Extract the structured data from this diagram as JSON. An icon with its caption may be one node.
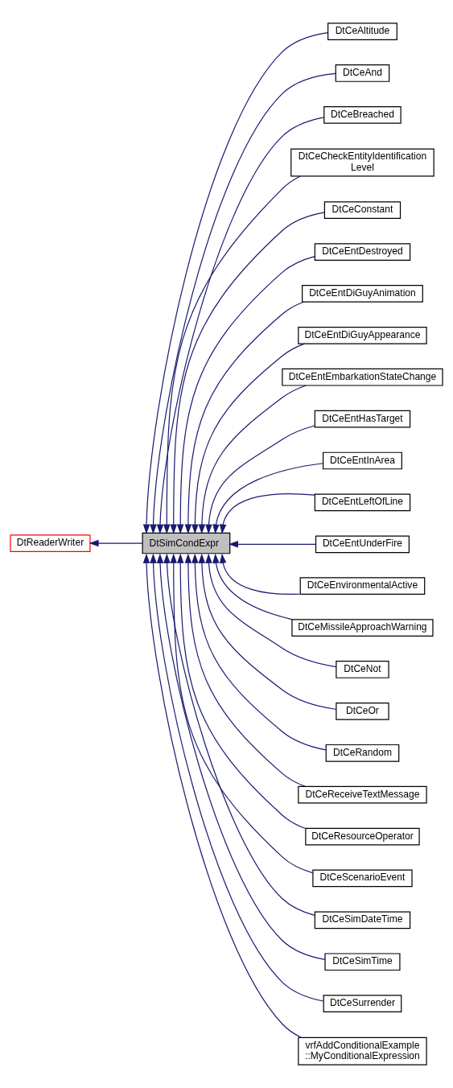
{
  "diagram": {
    "nodes": [
      {
        "text": [
          "DtReaderWriter"
        ]
      },
      {
        "text": [
          "DtSimCondExpr"
        ]
      },
      {
        "text": [
          "DtCeAltitude"
        ]
      },
      {
        "text": [
          "DtCeAnd"
        ]
      },
      {
        "text": [
          "DtCeBreached"
        ]
      },
      {
        "text": [
          "DtCeCheckEntityIdentification Level"
        ]
      },
      {
        "text": [
          "DtCeConstant"
        ]
      },
      {
        "text": [
          "DtCeEntDestroyed"
        ]
      },
      {
        "text": [
          "DtCeEntDiGuyAnimation"
        ]
      },
      {
        "text": [
          "DtCeEntDiGuyAppearance"
        ]
      },
      {
        "text": [
          "DtCeEntEmbarkationStateChange"
        ]
      },
      {
        "text": [
          "DtCeEntHasTarget"
        ]
      },
      {
        "text": [
          "DtCeEntInArea"
        ]
      },
      {
        "text": [
          "DtCeEntLeftOfLine"
        ]
      },
      {
        "text": [
          "DtCeEntUnderFire"
        ]
      },
      {
        "text": [
          "DtCeEnvironmentalActive"
        ]
      },
      {
        "text": [
          "DtCeMissileApproachWarning"
        ]
      },
      {
        "text": [
          "DtCeNot"
        ]
      },
      {
        "text": [
          "DtCeOr"
        ]
      },
      {
        "text": [
          "DtCeRandom"
        ]
      },
      {
        "text": [
          "DtCeReceiveTextMessage"
        ]
      },
      {
        "text": [
          "DtCeResourceOperator"
        ]
      },
      {
        "text": [
          "DtCeScenarioEvent"
        ]
      },
      {
        "text": [
          "DtCeSimDateTime"
        ]
      },
      {
        "text": [
          "DtCeSimTime"
        ]
      },
      {
        "text": [
          "DtCeSurrender"
        ]
      },
      {
        "text": [
          "vrfAddConditionalExample ::MyConditionalExpression"
        ]
      }
    ],
    "edges": [
      {
        "from": 1,
        "to": 0,
        "arrow": "to"
      },
      {
        "from": 2,
        "to": 1,
        "arrow": "to"
      },
      {
        "from": 3,
        "to": 1,
        "arrow": "to"
      },
      {
        "from": 4,
        "to": 1,
        "arrow": "to"
      },
      {
        "from": 5,
        "to": 1,
        "arrow": "to"
      },
      {
        "from": 6,
        "to": 1,
        "arrow": "to"
      },
      {
        "from": 7,
        "to": 1,
        "arrow": "to"
      },
      {
        "from": 8,
        "to": 1,
        "arrow": "to"
      },
      {
        "from": 9,
        "to": 1,
        "arrow": "to"
      },
      {
        "from": 10,
        "to": 1,
        "arrow": "to"
      },
      {
        "from": 11,
        "to": 1,
        "arrow": "to"
      },
      {
        "from": 12,
        "to": 1,
        "arrow": "to"
      },
      {
        "from": 13,
        "to": 1,
        "arrow": "to"
      },
      {
        "from": 14,
        "to": 1,
        "arrow": "to"
      },
      {
        "from": 15,
        "to": 1,
        "arrow": "to"
      },
      {
        "from": 16,
        "to": 1,
        "arrow": "to"
      },
      {
        "from": 17,
        "to": 1,
        "arrow": "to"
      },
      {
        "from": 18,
        "to": 1,
        "arrow": "to"
      },
      {
        "from": 19,
        "to": 1,
        "arrow": "to"
      },
      {
        "from": 20,
        "to": 1,
        "arrow": "to"
      },
      {
        "from": 21,
        "to": 1,
        "arrow": "to"
      },
      {
        "from": 22,
        "to": 1,
        "arrow": "to"
      },
      {
        "from": 23,
        "to": 1,
        "arrow": "to"
      },
      {
        "from": 24,
        "to": 1,
        "arrow": "to"
      },
      {
        "from": 25,
        "to": 1,
        "arrow": "to"
      },
      {
        "from": 26,
        "to": 1,
        "arrow": "to"
      }
    ]
  }
}
